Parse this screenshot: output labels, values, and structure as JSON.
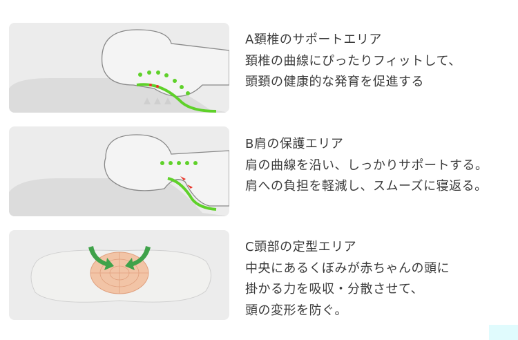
{
  "sections": [
    {
      "title": "A頚椎のサポートエリア",
      "lines": [
        "頚椎の曲線にぴったりフィットして、",
        "頭頚の健康的な発育を促進する"
      ]
    },
    {
      "title": "B肩の保護エリア",
      "lines": [
        "肩の曲線を沿い、しっかりサポートする。",
        "肩への負担を軽減し、スムーズに寝返る。"
      ]
    },
    {
      "title": "C頭部の定型エリア",
      "lines": [
        "中央にあるくぼみが赤ちゃんの頭に",
        "掛かる力を吸収・分散させて、",
        "頭の変形を防ぐ。"
      ]
    }
  ],
  "colors": {
    "accent_green": "#5fd12a",
    "arrow_red": "#e8352a",
    "panel_bg": "#ececec"
  }
}
